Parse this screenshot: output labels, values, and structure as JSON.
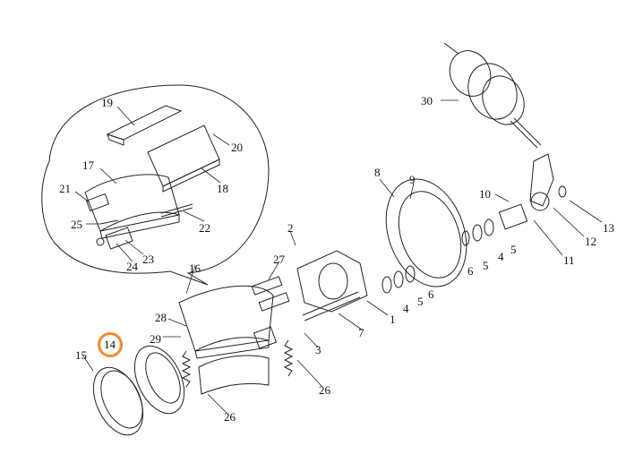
{
  "diagram": {
    "highlight_color": "#f28a2b",
    "highlighted_part": "14",
    "callouts": [
      {
        "id": "c30",
        "text": "30"
      },
      {
        "id": "c19",
        "text": "19"
      },
      {
        "id": "c20",
        "text": "20"
      },
      {
        "id": "c17",
        "text": "17"
      },
      {
        "id": "c18",
        "text": "18"
      },
      {
        "id": "c21",
        "text": "21"
      },
      {
        "id": "c25",
        "text": "25"
      },
      {
        "id": "c22",
        "text": "22"
      },
      {
        "id": "c23",
        "text": "23"
      },
      {
        "id": "c24",
        "text": "24"
      },
      {
        "id": "c8",
        "text": "8"
      },
      {
        "id": "c9",
        "text": "9"
      },
      {
        "id": "c10",
        "text": "10"
      },
      {
        "id": "c13",
        "text": "13"
      },
      {
        "id": "c12",
        "text": "12"
      },
      {
        "id": "c11",
        "text": "11"
      },
      {
        "id": "c2",
        "text": "2"
      },
      {
        "id": "c27",
        "text": "27"
      },
      {
        "id": "c16",
        "text": "16"
      },
      {
        "id": "c4a",
        "text": "4"
      },
      {
        "id": "c5a",
        "text": "5"
      },
      {
        "id": "c5b",
        "text": "5"
      },
      {
        "id": "c6a",
        "text": "6"
      },
      {
        "id": "c6b",
        "text": "6"
      },
      {
        "id": "c4b",
        "text": "4"
      },
      {
        "id": "c5c",
        "text": "5"
      },
      {
        "id": "c1",
        "text": "1"
      },
      {
        "id": "c7",
        "text": "7"
      },
      {
        "id": "c28",
        "text": "28"
      },
      {
        "id": "c29",
        "text": "29"
      },
      {
        "id": "c3",
        "text": "3"
      },
      {
        "id": "c14",
        "text": "14"
      },
      {
        "id": "c15",
        "text": "15"
      },
      {
        "id": "c26a",
        "text": "26"
      },
      {
        "id": "c26b",
        "text": "26"
      }
    ]
  }
}
